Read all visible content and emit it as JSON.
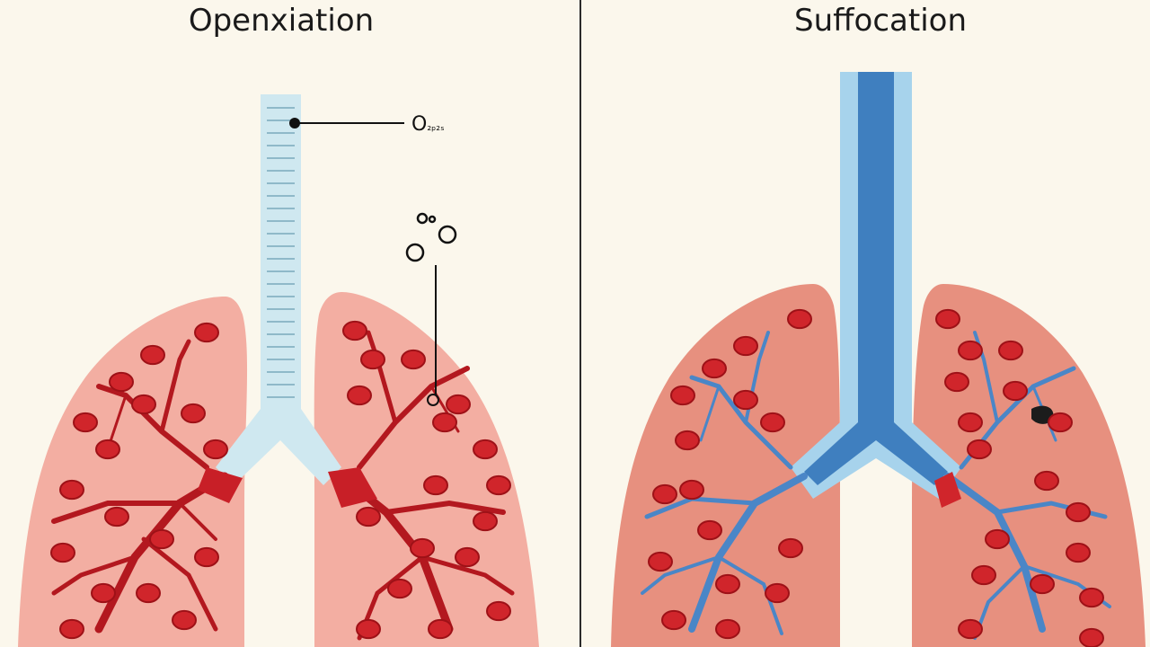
{
  "left_panel": {
    "title": "Openxiation",
    "oxygen_label": "O",
    "oxygen_label_sub": "₂ₚ₂ₛ"
  },
  "right_panel": {
    "title": "Suffocation"
  },
  "colors": {
    "background": "#fbf7ec",
    "divider": "#2b2b2b",
    "lung_left_fill": "#f3aea2",
    "lung_right_fill": "#e7907f",
    "blood_cell": "#d0252b",
    "artery_red": "#b3181f",
    "trachea_light": "#cfe8f0",
    "trachea_blue_dark": "#3f7fbf",
    "trachea_blue_light": "#a7d3ec",
    "vein_blue": "#4a86c7"
  }
}
